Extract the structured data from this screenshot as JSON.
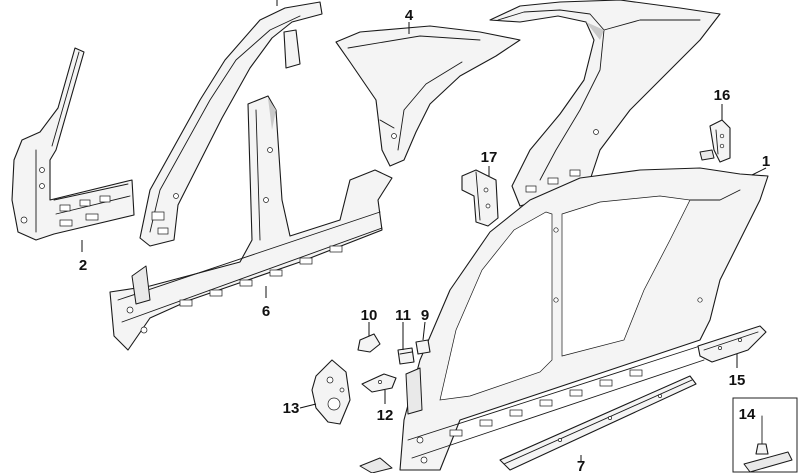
{
  "callouts": [
    {
      "id": "c1",
      "label": "1"
    },
    {
      "id": "c2",
      "label": "2"
    },
    {
      "id": "c4",
      "label": "4"
    },
    {
      "id": "c6",
      "label": "6"
    },
    {
      "id": "c7",
      "label": "7"
    },
    {
      "id": "c9",
      "label": "9"
    },
    {
      "id": "c10",
      "label": "10"
    },
    {
      "id": "c11",
      "label": "11"
    },
    {
      "id": "c12",
      "label": "12"
    },
    {
      "id": "c13",
      "label": "13"
    },
    {
      "id": "c14",
      "label": "14"
    },
    {
      "id": "c15",
      "label": "15"
    },
    {
      "id": "c16",
      "label": "16"
    },
    {
      "id": "c17",
      "label": "17"
    }
  ]
}
